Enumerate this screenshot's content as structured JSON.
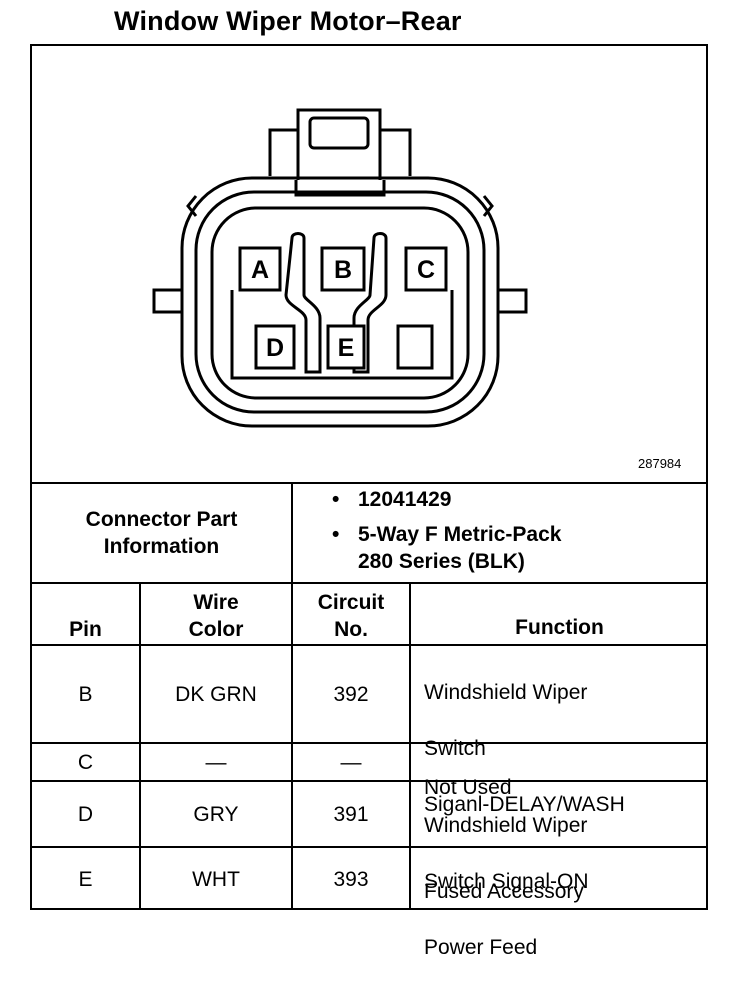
{
  "title": "Window Wiper Motor–Rear",
  "figure_number": "287984",
  "connector": {
    "pins_shown": [
      "A",
      "B",
      "C",
      "D",
      "E"
    ]
  },
  "connector_info": {
    "label_line1": "Connector Part",
    "label_line2": "Information",
    "part_number": "12041429",
    "desc_line1": "5-Way F Metric-Pack",
    "desc_line2": "280 Series (BLK)"
  },
  "table": {
    "headers": {
      "pin": "Pin",
      "wire_line1": "Wire",
      "wire_line2": "Color",
      "circuit_line1": "Circuit",
      "circuit_line2": "No.",
      "function": "Function"
    },
    "rows": [
      {
        "pin": "B",
        "wire": "DK GRN",
        "circuit": "392",
        "function_lines": [
          "Windshield Wiper",
          "Switch",
          "Siganl-DELAY/WASH"
        ]
      },
      {
        "pin": "C",
        "wire": "—",
        "circuit": "—",
        "function_lines": [
          "Not Used"
        ]
      },
      {
        "pin": "D",
        "wire": "GRY",
        "circuit": "391",
        "function_lines": [
          "Windshield Wiper",
          "Switch Signal-ON"
        ]
      },
      {
        "pin": "E",
        "wire": "WHT",
        "circuit": "393",
        "function_lines": [
          "Fused Accessory",
          "Power Feed"
        ]
      }
    ]
  }
}
